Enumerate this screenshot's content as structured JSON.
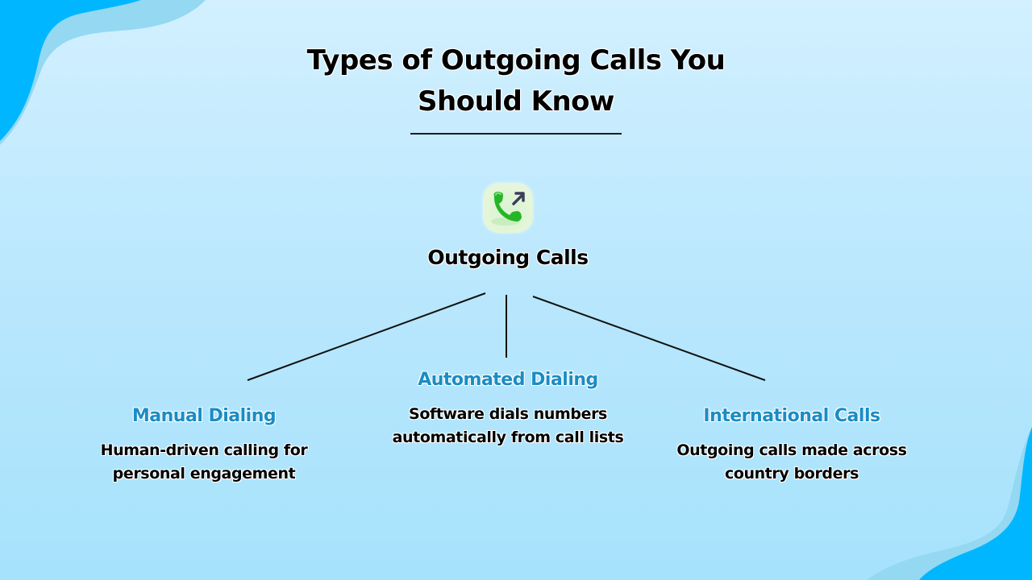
{
  "title": "Types of Outgoing Calls You Should Know",
  "title_lines": [
    "Types of Outgoing Calls You",
    "Should Know"
  ],
  "root": {
    "label": "Outgoing Calls",
    "icon": "outgoing-call-icon"
  },
  "nodes": [
    {
      "title": "Manual Dialing",
      "description_lines": [
        "Human-driven calling for",
        "personal engagement"
      ]
    },
    {
      "title": "Automated Dialing",
      "description_lines": [
        "Software dials numbers",
        "automatically from call lists"
      ]
    },
    {
      "title": "International Calls",
      "description_lines": [
        "Outgoing calls made across",
        "country borders"
      ]
    }
  ],
  "colors": {
    "background_top": "#d2f0ff",
    "background_bottom": "#a6e2fc",
    "wave_dark": "#00b7ff",
    "wave_light": "#94d8f2",
    "node_title": "#1b8cc4",
    "phone_green": "#22b322",
    "arrow": "#3d3d5c"
  }
}
